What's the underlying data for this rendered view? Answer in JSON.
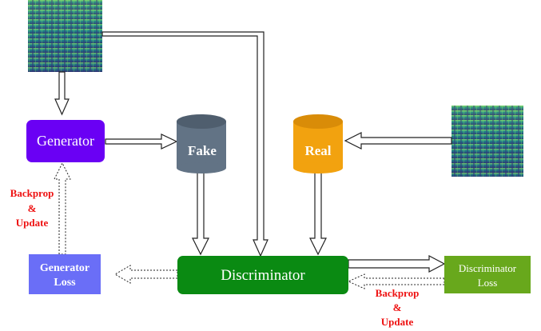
{
  "nodes": {
    "generator": {
      "label": "Generator",
      "color": "#6a00f4"
    },
    "fake": {
      "label": "Fake",
      "color": "#627385"
    },
    "real": {
      "label": "Real",
      "color": "#f2a20f"
    },
    "discriminator": {
      "label": "Discriminator",
      "color": "#0a8a12"
    },
    "generator_loss": {
      "line1": "Generator",
      "line2": "Loss",
      "color": "#6a6ef7"
    },
    "discriminator_loss": {
      "line1": "Discriminator",
      "line2": "Loss",
      "color": "#68a81c"
    }
  },
  "annotations": {
    "backprop_left": {
      "line1": "Backprop",
      "line2": "&",
      "line3": "Update"
    },
    "backprop_right": {
      "line1": "Backprop",
      "line2": "&",
      "line3": "Update"
    }
  },
  "colors": {
    "annotation": "#ee1111",
    "arrow_stroke": "#222222",
    "spectrogram_dark": "#2b2f6f",
    "spectrogram_mid": "#1f7f8a",
    "spectrogram_light": "#9fe06a"
  },
  "images": {
    "noise_spectrogram": "spectrogram-image",
    "real_spectrogram": "spectrogram-image"
  }
}
